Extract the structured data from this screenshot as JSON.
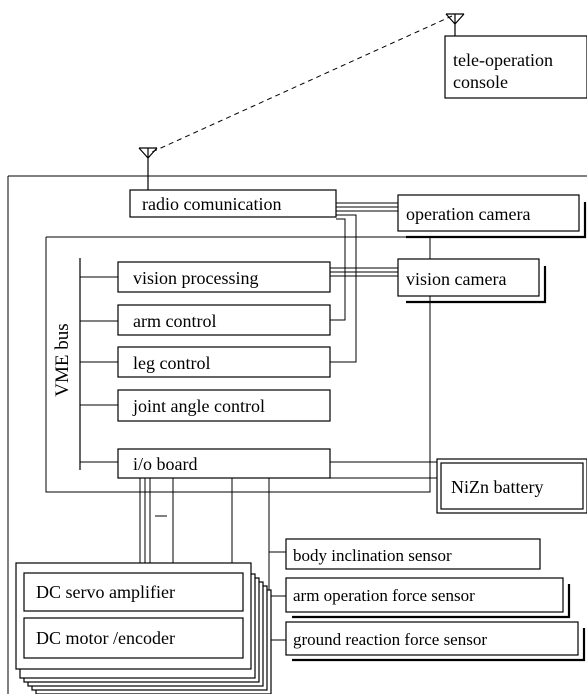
{
  "console": {
    "line1": "tele-operation",
    "line2": "console"
  },
  "bus": {
    "label": "VME bus"
  },
  "boards": {
    "radio": "radio comunication",
    "vision": "vision processing",
    "arm": "arm control",
    "leg": "leg control",
    "joint": "joint angle control",
    "io": "i/o board"
  },
  "cameras": {
    "operation": "operation camera",
    "vision": "vision camera"
  },
  "battery": "NiZn battery",
  "drive": {
    "amplifier": "DC servo amplifier",
    "motor": "DC motor /encoder"
  },
  "sensors": {
    "body": "body inclination sensor",
    "arm_force": "arm operation force sensor",
    "ground": "ground reaction force sensor"
  }
}
